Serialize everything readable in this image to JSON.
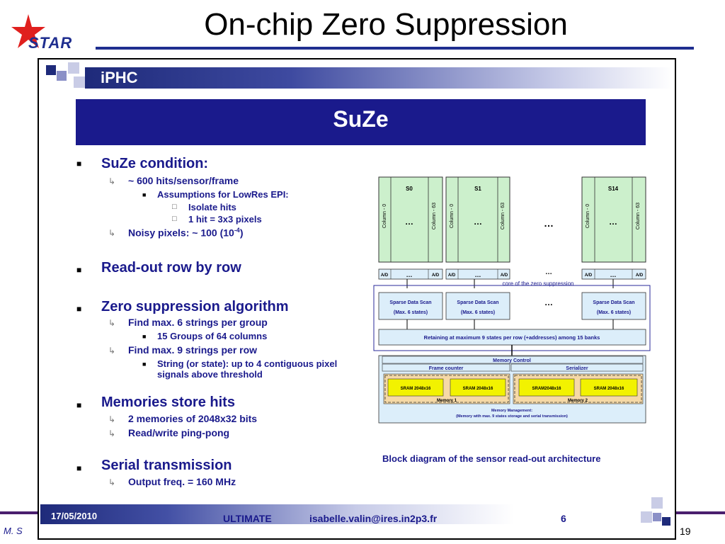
{
  "slide": {
    "title": "On-chip Zero Suppression",
    "logo_text": "STAR",
    "author": "M. S",
    "page": "19"
  },
  "inner": {
    "header_label": "iPHC",
    "banner_title": "SuZe",
    "footer": {
      "date": "17/05/2010",
      "project": "ULTIMATE",
      "email": "isabelle.valin@ires.in2p3.fr",
      "page": "6"
    }
  },
  "bullets": {
    "b1": {
      "title": "SuZe condition:",
      "sub1": "~ 600 hits/sensor/frame",
      "sub1a": "Assumptions for LowRes EPI:",
      "sub1a_i": "Isolate hits",
      "sub1a_ii": "1 hit = 3x3 pixels",
      "sub2": "Noisy pixels: ~ 100 (10",
      "sub2_sup": "-4",
      "sub2_end": ")"
    },
    "b2": {
      "title": "Read-out row by row"
    },
    "b3": {
      "title": "Zero suppression algorithm",
      "sub1": "Find max. 6 strings per group",
      "sub1a": "15 Groups of 64 columns",
      "sub2": "Find max. 9 strings per row",
      "sub2a_line1": "String (or state): up to 4 contiguous pixel",
      "sub2a_line2": "signals above threshold"
    },
    "b4": {
      "title": "Memories store hits",
      "sub1": "2 memories of 2048x32 bits",
      "sub2": "Read/write ping-pong"
    },
    "b5": {
      "title": "Serial transmission",
      "sub1": "Output freq. = 160 MHz"
    }
  },
  "diagram": {
    "caption": "Block diagram of the sensor read-out architecture",
    "sensors": [
      "S0",
      "S1",
      "S14"
    ],
    "col_first": "Column - 0",
    "col_last": "Column - 63",
    "dots": "…",
    "ad": "A/D",
    "sds_line1": "Sparse Data Scan",
    "sds_line2": "(Max. 6 states)",
    "core_label": "core of the zero suppression",
    "retain": "Retaining at maximum 9 states per row (+addresses) among 15 banks",
    "memory_control": "Memory Control",
    "frame_counter": "Frame counter",
    "serializer": "Serializer",
    "sram": "SRAM 2048x16",
    "sram_alt": "SRAM2048x16",
    "memory1": "Memory 1",
    "memory2": "Memory 2",
    "mm_line1": "Memory Management:",
    "mm_line2": "(Memory with max. 9 states storage and serial transmission)"
  },
  "colors": {
    "navy": "#1a1a8c",
    "column_green": "#ccf0cc",
    "block_blue": "#dceefa",
    "mem_tan": "#f6d9a6",
    "sram_yellow": "#f2f200",
    "logo_red": "#e0201e"
  }
}
